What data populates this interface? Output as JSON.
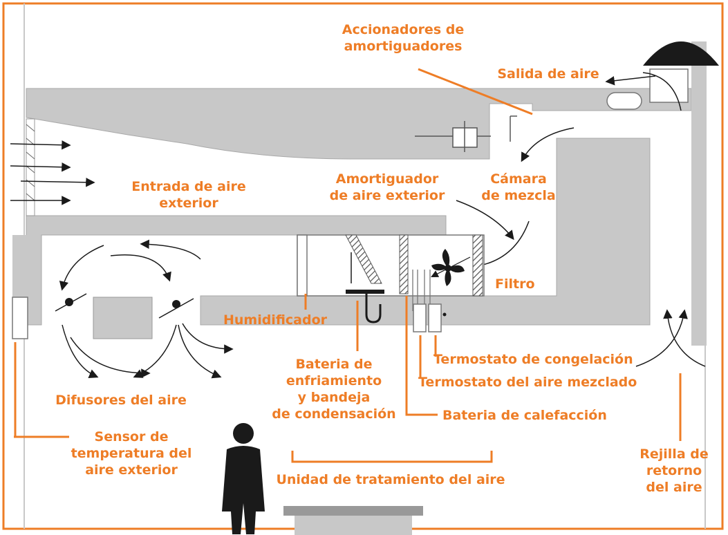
{
  "colors": {
    "accent": "#ee7d26",
    "duct": "#c8c8c8",
    "duct_edge": "#a8a8a8",
    "dark": "#1a1a1a",
    "background": "#ffffff"
  },
  "labels": {
    "accionadores": [
      "Accionadores de",
      "amortiguadores"
    ],
    "salida": [
      "Salida de aire"
    ],
    "camara": [
      "Cámara",
      "de mezcla"
    ],
    "amortiguador": [
      "Amortiguador",
      "de aire exterior"
    ],
    "entrada": [
      "Entrada de aire",
      "exterior"
    ],
    "filtro": [
      "Filtro"
    ],
    "humidificador": [
      "Humidificador"
    ],
    "bateria_enfriamiento": [
      "Bateria de",
      "enfriamiento",
      "y bandeja",
      "de condensación"
    ],
    "termostato_congelacion": [
      "Termostato de congelación"
    ],
    "termostato_mezclado": [
      "Termostato del aire mezclado"
    ],
    "bateria_calefaccion": [
      "Bateria de calefacción"
    ],
    "difusores": [
      "Difusores del aire"
    ],
    "sensor": [
      "Sensor de",
      "temperatura del",
      "aire exterior"
    ],
    "unidad": [
      "Unidad de tratamiento del aire"
    ],
    "rejilla": [
      "Rejilla de",
      "retorno",
      "del aire"
    ]
  }
}
